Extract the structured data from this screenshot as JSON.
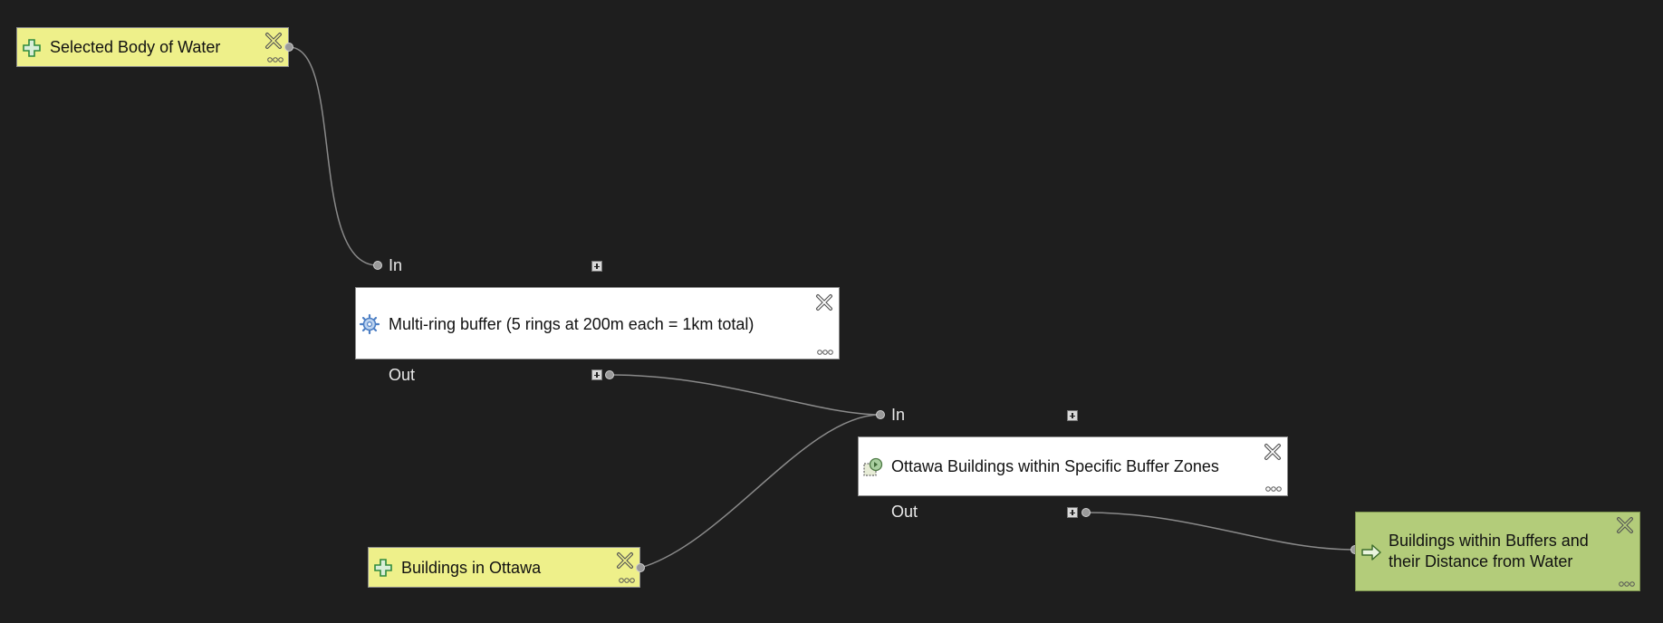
{
  "nodes": {
    "selected_body_of_water": {
      "label": "Selected Body of Water",
      "kind": "input",
      "icon": "plus-icon"
    },
    "multi_ring_buffer": {
      "label": "Multi-ring buffer (5 rings at 200m each = 1km total)",
      "kind": "algorithm",
      "icon": "gear-icon",
      "in_label": "In",
      "out_label": "Out"
    },
    "ottawa_buildings_within_buffer_zones": {
      "label": "Ottawa Buildings within Specific Buffer Zones",
      "kind": "algorithm",
      "icon": "select-by-location-icon",
      "in_label": "In",
      "out_label": "Out"
    },
    "buildings_in_ottawa": {
      "label": "Buildings in Ottawa",
      "kind": "input",
      "icon": "plus-icon"
    },
    "buildings_within_buffers_output": {
      "label": "Buildings within Buffers and their Distance from Water",
      "kind": "output",
      "icon": "arrow-right-icon"
    }
  },
  "connections": [
    {
      "from": "selected_body_of_water",
      "to": "multi_ring_buffer.in"
    },
    {
      "from": "multi_ring_buffer.out",
      "to": "ottawa_buildings_within_buffer_zones.in"
    },
    {
      "from": "buildings_in_ottawa",
      "to": "ottawa_buildings_within_buffer_zones.in"
    },
    {
      "from": "ottawa_buildings_within_buffer_zones.out",
      "to": "buildings_within_buffers_output"
    }
  ],
  "colors": {
    "background": "#1e1e1e",
    "input_node": "#eef08a",
    "algorithm_node": "#ffffff",
    "output_node": "#b3cc7a",
    "connector": "#8a8a8a"
  }
}
